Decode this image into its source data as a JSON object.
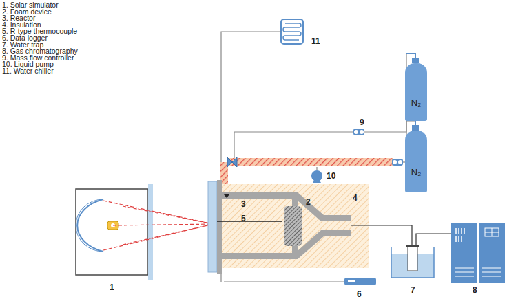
{
  "diagram": {
    "nodes": [
      {
        "text": [
          "N₂"
        ]
      },
      {
        "text": [
          "N₂"
        ]
      }
    ],
    "labels": [
      "1. Solar simulator",
      "2. Foam device",
      "3. Reactor",
      "4. Insulation",
      "5. R-type thermocouple",
      "6. Data logger",
      "7. Water trap",
      "8. Gas chromatography",
      "9. Mass flow controller",
      "10. Liquid pump",
      "11. Water chiller",
      "1",
      "2",
      "3",
      "4",
      "5",
      "6",
      "7",
      "8",
      "9",
      "10",
      "11"
    ]
  }
}
